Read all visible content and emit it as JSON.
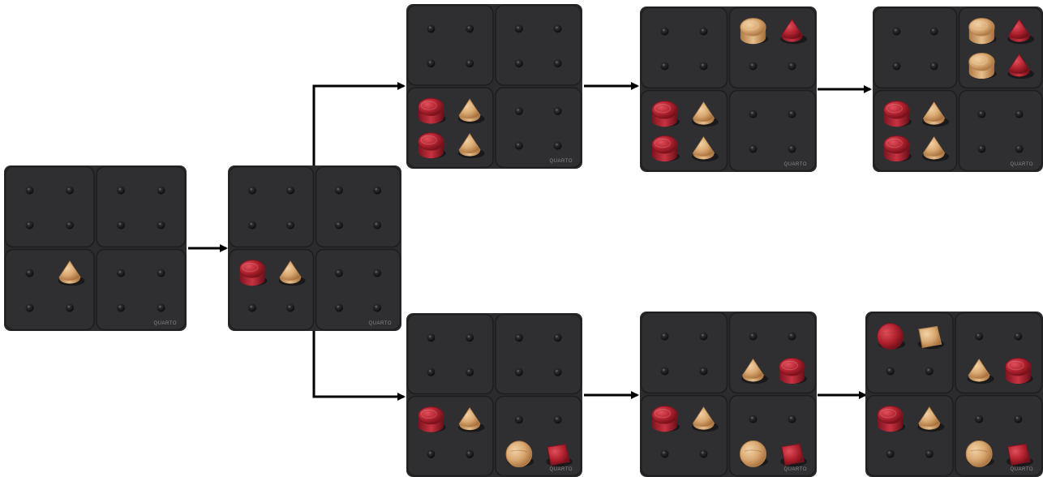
{
  "brand_mark": "QUARTO",
  "colors": {
    "board": "#2b2b2d",
    "board_edge": "#3a3a3d",
    "peg": "#121214",
    "wood_light": "#e3b987",
    "wood_dark": "#b9844e",
    "red_light": "#d23a45",
    "red_dark": "#7f1420",
    "arrow": "#000000",
    "background": "#ffffff"
  },
  "boards": [
    {
      "id": "b1",
      "pieces": [
        {
          "q": "BL",
          "cell": [
            0,
            1
          ],
          "kind": "cone",
          "color": "wood"
        }
      ]
    },
    {
      "id": "b2",
      "pieces": [
        {
          "q": "BL",
          "cell": [
            0,
            0
          ],
          "kind": "cylinder",
          "color": "red"
        },
        {
          "q": "BL",
          "cell": [
            0,
            1
          ],
          "kind": "cone",
          "color": "wood"
        }
      ]
    },
    {
      "id": "b3",
      "pieces": [
        {
          "q": "BL",
          "cell": [
            0,
            0
          ],
          "kind": "cylinder",
          "color": "red"
        },
        {
          "q": "BL",
          "cell": [
            0,
            1
          ],
          "kind": "cone",
          "color": "wood"
        },
        {
          "q": "BL",
          "cell": [
            1,
            0
          ],
          "kind": "cylinder",
          "color": "red"
        },
        {
          "q": "BL",
          "cell": [
            1,
            1
          ],
          "kind": "cone",
          "color": "wood"
        }
      ]
    },
    {
      "id": "b4",
      "pieces": [
        {
          "q": "BL",
          "cell": [
            0,
            0
          ],
          "kind": "cylinder",
          "color": "red"
        },
        {
          "q": "BL",
          "cell": [
            0,
            1
          ],
          "kind": "cone",
          "color": "wood"
        },
        {
          "q": "BL",
          "cell": [
            1,
            0
          ],
          "kind": "cylinder",
          "color": "red"
        },
        {
          "q": "BL",
          "cell": [
            1,
            1
          ],
          "kind": "cone",
          "color": "wood"
        },
        {
          "q": "TR",
          "cell": [
            0,
            0
          ],
          "kind": "cylinder",
          "color": "wood"
        },
        {
          "q": "TR",
          "cell": [
            0,
            1
          ],
          "kind": "cone",
          "color": "red"
        }
      ]
    },
    {
      "id": "b5",
      "pieces": [
        {
          "q": "BL",
          "cell": [
            0,
            0
          ],
          "kind": "cylinder",
          "color": "red"
        },
        {
          "q": "BL",
          "cell": [
            0,
            1
          ],
          "kind": "cone",
          "color": "wood"
        },
        {
          "q": "BL",
          "cell": [
            1,
            0
          ],
          "kind": "cylinder",
          "color": "red"
        },
        {
          "q": "BL",
          "cell": [
            1,
            1
          ],
          "kind": "cone",
          "color": "wood"
        },
        {
          "q": "TR",
          "cell": [
            0,
            0
          ],
          "kind": "cylinder",
          "color": "wood"
        },
        {
          "q": "TR",
          "cell": [
            0,
            1
          ],
          "kind": "cone",
          "color": "red"
        },
        {
          "q": "TR",
          "cell": [
            1,
            0
          ],
          "kind": "cylinder",
          "color": "wood"
        },
        {
          "q": "TR",
          "cell": [
            1,
            1
          ],
          "kind": "cone",
          "color": "red"
        }
      ]
    },
    {
      "id": "b6",
      "pieces": [
        {
          "q": "BL",
          "cell": [
            0,
            0
          ],
          "kind": "cylinder",
          "color": "red"
        },
        {
          "q": "BL",
          "cell": [
            0,
            1
          ],
          "kind": "cone",
          "color": "wood"
        },
        {
          "q": "BR",
          "cell": [
            1,
            0
          ],
          "kind": "sphere",
          "color": "wood"
        },
        {
          "q": "BR",
          "cell": [
            1,
            1
          ],
          "kind": "cube",
          "color": "red"
        }
      ]
    },
    {
      "id": "b7",
      "pieces": [
        {
          "q": "BL",
          "cell": [
            0,
            0
          ],
          "kind": "cylinder",
          "color": "red"
        },
        {
          "q": "BL",
          "cell": [
            0,
            1
          ],
          "kind": "cone",
          "color": "wood"
        },
        {
          "q": "BR",
          "cell": [
            1,
            0
          ],
          "kind": "sphere",
          "color": "wood"
        },
        {
          "q": "BR",
          "cell": [
            1,
            1
          ],
          "kind": "cube",
          "color": "red"
        },
        {
          "q": "TR",
          "cell": [
            1,
            0
          ],
          "kind": "cone",
          "color": "wood"
        },
        {
          "q": "TR",
          "cell": [
            1,
            1
          ],
          "kind": "cylinder",
          "color": "red"
        }
      ]
    },
    {
      "id": "b8",
      "pieces": [
        {
          "q": "BL",
          "cell": [
            0,
            0
          ],
          "kind": "cylinder",
          "color": "red"
        },
        {
          "q": "BL",
          "cell": [
            0,
            1
          ],
          "kind": "cone",
          "color": "wood"
        },
        {
          "q": "BR",
          "cell": [
            1,
            0
          ],
          "kind": "sphere",
          "color": "wood"
        },
        {
          "q": "BR",
          "cell": [
            1,
            1
          ],
          "kind": "cube",
          "color": "red"
        },
        {
          "q": "TR",
          "cell": [
            1,
            0
          ],
          "kind": "cone",
          "color": "wood"
        },
        {
          "q": "TR",
          "cell": [
            1,
            1
          ],
          "kind": "cylinder",
          "color": "red"
        },
        {
          "q": "TL",
          "cell": [
            0,
            0
          ],
          "kind": "sphere",
          "color": "red"
        },
        {
          "q": "TL",
          "cell": [
            0,
            1
          ],
          "kind": "cube",
          "color": "wood"
        }
      ]
    }
  ]
}
